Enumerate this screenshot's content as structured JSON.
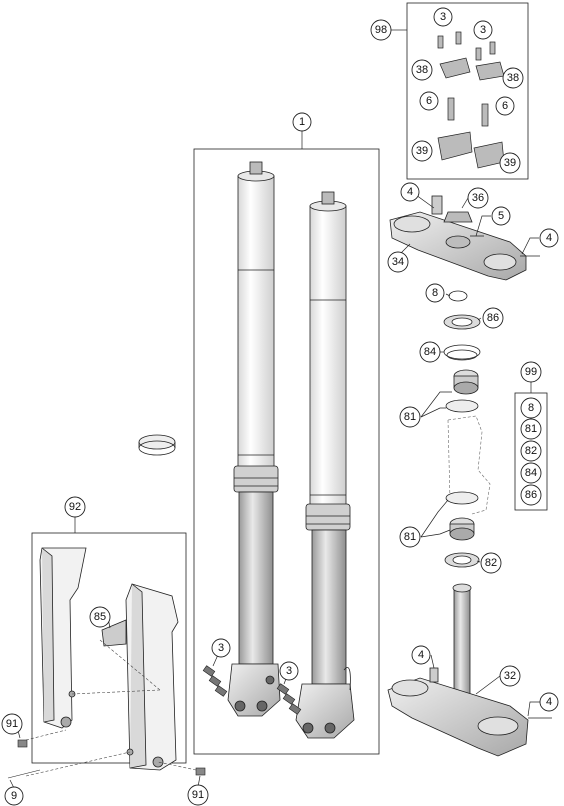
{
  "callouts": [
    {
      "id": "c1",
      "label": "1"
    },
    {
      "id": "c3a",
      "label": "3"
    },
    {
      "id": "c3b",
      "label": "3"
    },
    {
      "id": "c3c",
      "label": "3"
    },
    {
      "id": "c3d",
      "label": "3"
    },
    {
      "id": "c4a",
      "label": "4"
    },
    {
      "id": "c4b",
      "label": "4"
    },
    {
      "id": "c4c",
      "label": "4"
    },
    {
      "id": "c4d",
      "label": "4"
    },
    {
      "id": "c5",
      "label": "5"
    },
    {
      "id": "c6a",
      "label": "6"
    },
    {
      "id": "c6b",
      "label": "6"
    },
    {
      "id": "c8",
      "label": "8"
    },
    {
      "id": "c9",
      "label": "9"
    },
    {
      "id": "c32",
      "label": "32"
    },
    {
      "id": "c34",
      "label": "34"
    },
    {
      "id": "c36",
      "label": "36"
    },
    {
      "id": "c38a",
      "label": "38"
    },
    {
      "id": "c38b",
      "label": "38"
    },
    {
      "id": "c39a",
      "label": "39"
    },
    {
      "id": "c39b",
      "label": "39"
    },
    {
      "id": "c81a",
      "label": "81"
    },
    {
      "id": "c81b",
      "label": "81"
    },
    {
      "id": "c82",
      "label": "82"
    },
    {
      "id": "c84",
      "label": "84"
    },
    {
      "id": "c85",
      "label": "85"
    },
    {
      "id": "c86",
      "label": "86"
    },
    {
      "id": "c91a",
      "label": "91"
    },
    {
      "id": "c91b",
      "label": "91"
    },
    {
      "id": "c92",
      "label": "92"
    },
    {
      "id": "c98",
      "label": "98"
    },
    {
      "id": "c99",
      "label": "99"
    }
  ],
  "kit_99": {
    "items": [
      "8",
      "81",
      "82",
      "84",
      "86"
    ]
  }
}
